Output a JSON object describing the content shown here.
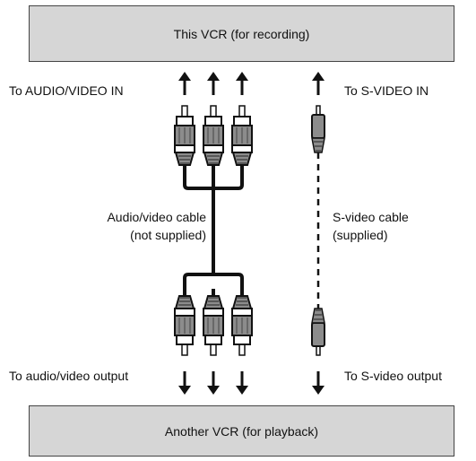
{
  "top_box": {
    "label": "This VCR (for recording)"
  },
  "bottom_box": {
    "label": "Another VCR (for playback)"
  },
  "labels": {
    "to_av_in": "To AUDIO/VIDEO IN",
    "to_svideo_in": "To S-VIDEO IN",
    "av_cable_line1": "Audio/video cable",
    "av_cable_line2": "(not supplied)",
    "svideo_cable_line1": "S-video cable",
    "svideo_cable_line2": "(supplied)",
    "to_av_out": "To audio/video output",
    "to_svideo_out": "To S-video output"
  },
  "colors": {
    "box_fill": "#d6d6d6",
    "line": "#111111",
    "plug_fill": "#8c8c8c"
  }
}
